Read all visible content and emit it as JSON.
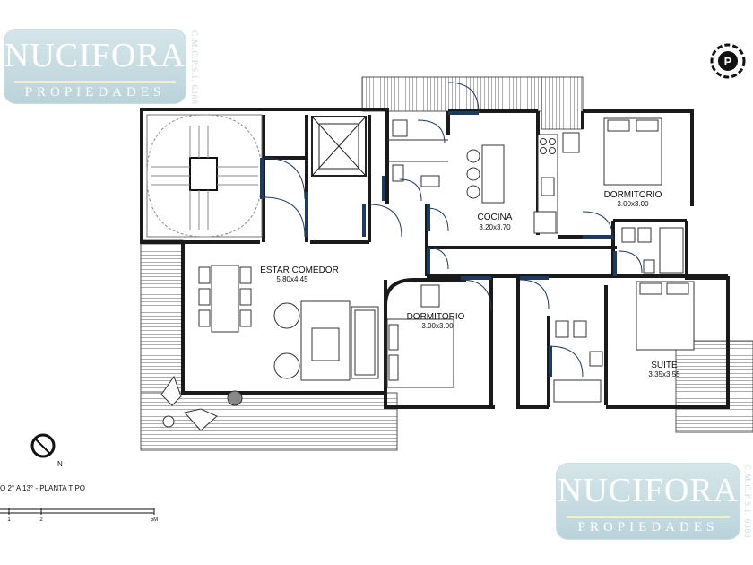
{
  "branding": {
    "top_logo": {
      "name": "NUCIFORA",
      "subtitle": "PROPIEDADES",
      "registration": "C.M.C.P.S.I. 6388"
    },
    "bottom_logo": {
      "name": "NUCIFORA",
      "subtitle": "PROPIEDADES",
      "registration": "C.M.C.P.S.I. 6388"
    },
    "parking_symbol": "P"
  },
  "rooms": {
    "estar": {
      "label": "ESTAR COMEDOR",
      "dims": "5.80x4.45"
    },
    "cocina": {
      "label": "COCINA",
      "dims": "3.20x3.70"
    },
    "dormitorio_1": {
      "label": "DORMITORIO",
      "dims": "3.00x3.00"
    },
    "dormitorio_2": {
      "label": "DORMITORIO",
      "dims": "3.00x3.00"
    },
    "suite": {
      "label": "SUITE",
      "dims": "3.35x3.55"
    }
  },
  "compass": {
    "label": "N"
  },
  "plan_caption": "O 2° A 13° - PLANTA TIPO",
  "scale": {
    "ticks": [
      "1",
      "2",
      "5M"
    ]
  },
  "colors": {
    "wall": "#1a1a1a",
    "accent_door": "#1e3a5f",
    "logo_bg": "#c5dbe1",
    "logo_bar": "#f3f1c8"
  }
}
